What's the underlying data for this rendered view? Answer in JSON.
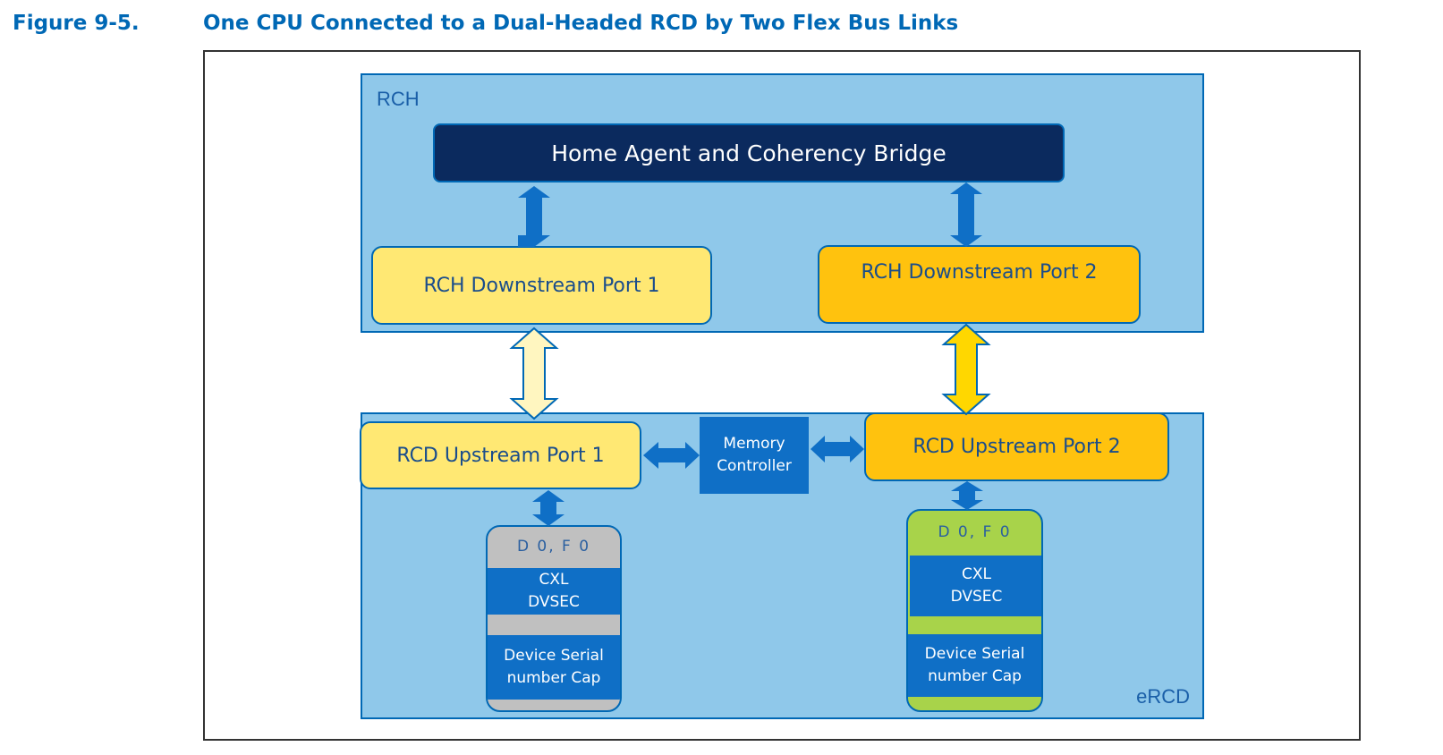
{
  "figure": {
    "number": "Figure 9-5.",
    "title": "One CPU Connected to a Dual-Headed RCD by Two Flex Bus Links"
  },
  "rch": {
    "label": "RCH",
    "home_agent": "Home Agent and Coherency Bridge",
    "downstream_port_1": "RCH Downstream Port 1",
    "downstream_port_2": "RCH Downstream Port 2"
  },
  "ercd": {
    "label": "eRCD",
    "upstream_port_1": "RCD Upstream Port 1",
    "upstream_port_2": "RCD Upstream Port 2",
    "memory_controller": "Memory\nController",
    "function_1": {
      "id": "D 0, F 0",
      "cxl_dvsec": "CXL\nDVSEC",
      "serial_cap": "Device Serial\nnumber Cap"
    },
    "function_2": {
      "id": "D 0, F 0",
      "cxl_dvsec": "CXL\nDVSEC",
      "serial_cap": "Device Serial\nnumber Cap"
    }
  },
  "colors": {
    "region_fill": "#8fc8ea",
    "region_border": "#0068b5",
    "home_agent_fill": "#0b2a5e",
    "port_light": "#ffe873",
    "port_orange": "#ffc20e",
    "blue_block": "#0f6fc6",
    "cap_gray": "#c0c0c0",
    "cap_green": "#a8d34a",
    "arrow_blue": "#0f6fc6",
    "arrow_yellow": "#ffd700",
    "arrow_light": "#fff6c0"
  }
}
